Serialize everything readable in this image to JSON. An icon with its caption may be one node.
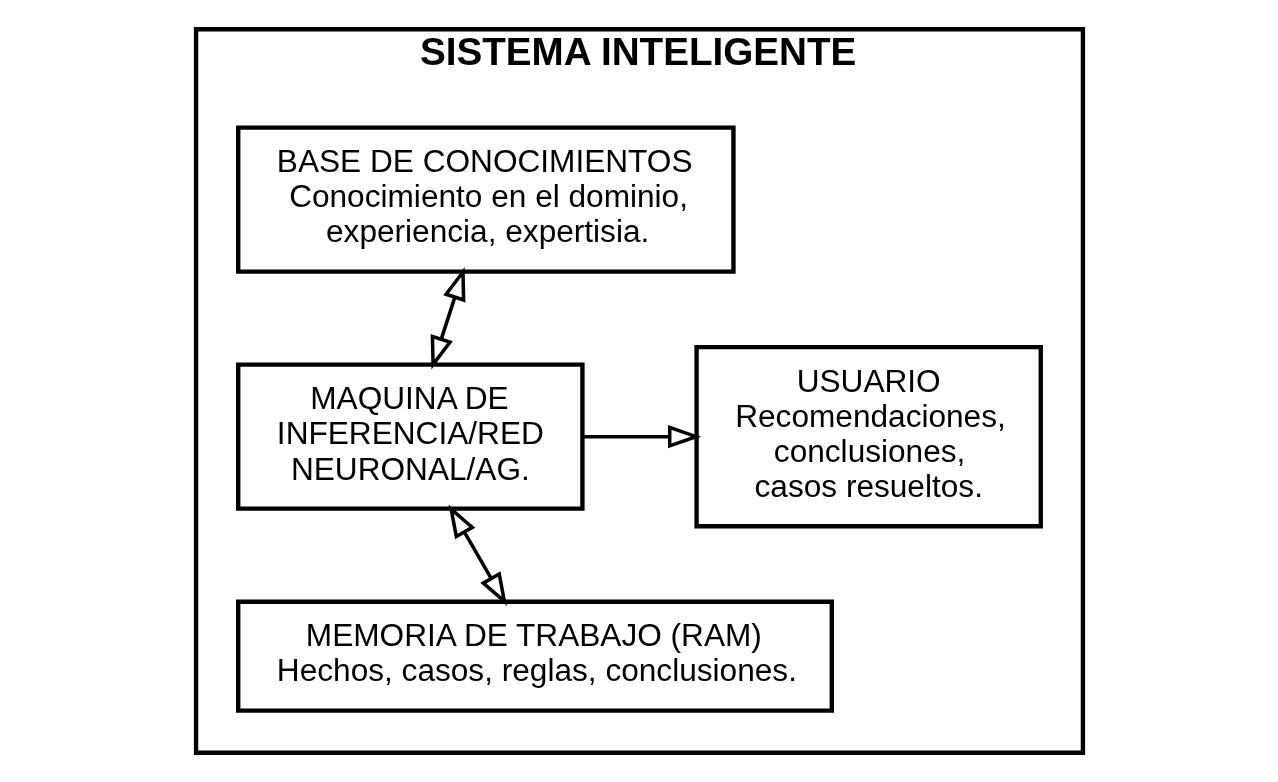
{
  "diagram": {
    "nodes": [
      {
        "text": [
          "SISTEMA INTELIGENTE"
        ]
      },
      {
        "text": [
          "BASE DE CONOCIMIENTOS",
          "Conocimiento en el dominio, experiencia, expertisia."
        ],
        "in": 0
      },
      {
        "text": [
          "MAQUINA DE INFERENCIA/RED NEURONAL/AG."
        ],
        "in": 0
      },
      {
        "text": [
          "USUARIO",
          "Recomendaciones, conclusiones, casos resueltos."
        ],
        "in": 0
      },
      {
        "text": [
          "MEMORIA DE TRABAJO (RAM)",
          "Hechos, casos, reglas, conclusiones."
        ],
        "in": 0
      }
    ],
    "edges": [
      {
        "from": 1,
        "to": 2,
        "arrow": "both"
      },
      {
        "from": 2,
        "to": 3,
        "arrow": "to"
      },
      {
        "from": 2,
        "to": 4,
        "arrow": "both"
      }
    ]
  }
}
